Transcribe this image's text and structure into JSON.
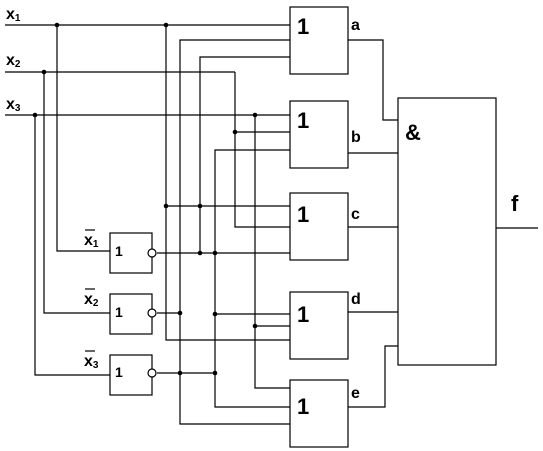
{
  "inputs": {
    "x1": {
      "main": "x",
      "sub": "1"
    },
    "x2": {
      "main": "x",
      "sub": "2"
    },
    "x3": {
      "main": "x",
      "sub": "3"
    }
  },
  "inverters": {
    "n1": {
      "main": "x",
      "sub": "1",
      "symbol": "1"
    },
    "n2": {
      "main": "x",
      "sub": "2",
      "symbol": "1"
    },
    "n3": {
      "main": "x",
      "sub": "3",
      "symbol": "1"
    }
  },
  "or_gates": {
    "a": {
      "symbol": "1",
      "output": "a"
    },
    "b": {
      "symbol": "1",
      "output": "b"
    },
    "c": {
      "symbol": "1",
      "output": "c"
    },
    "d": {
      "symbol": "1",
      "output": "d"
    },
    "e": {
      "symbol": "1",
      "output": "e"
    }
  },
  "and_gate": {
    "symbol": "&",
    "output": "f"
  }
}
